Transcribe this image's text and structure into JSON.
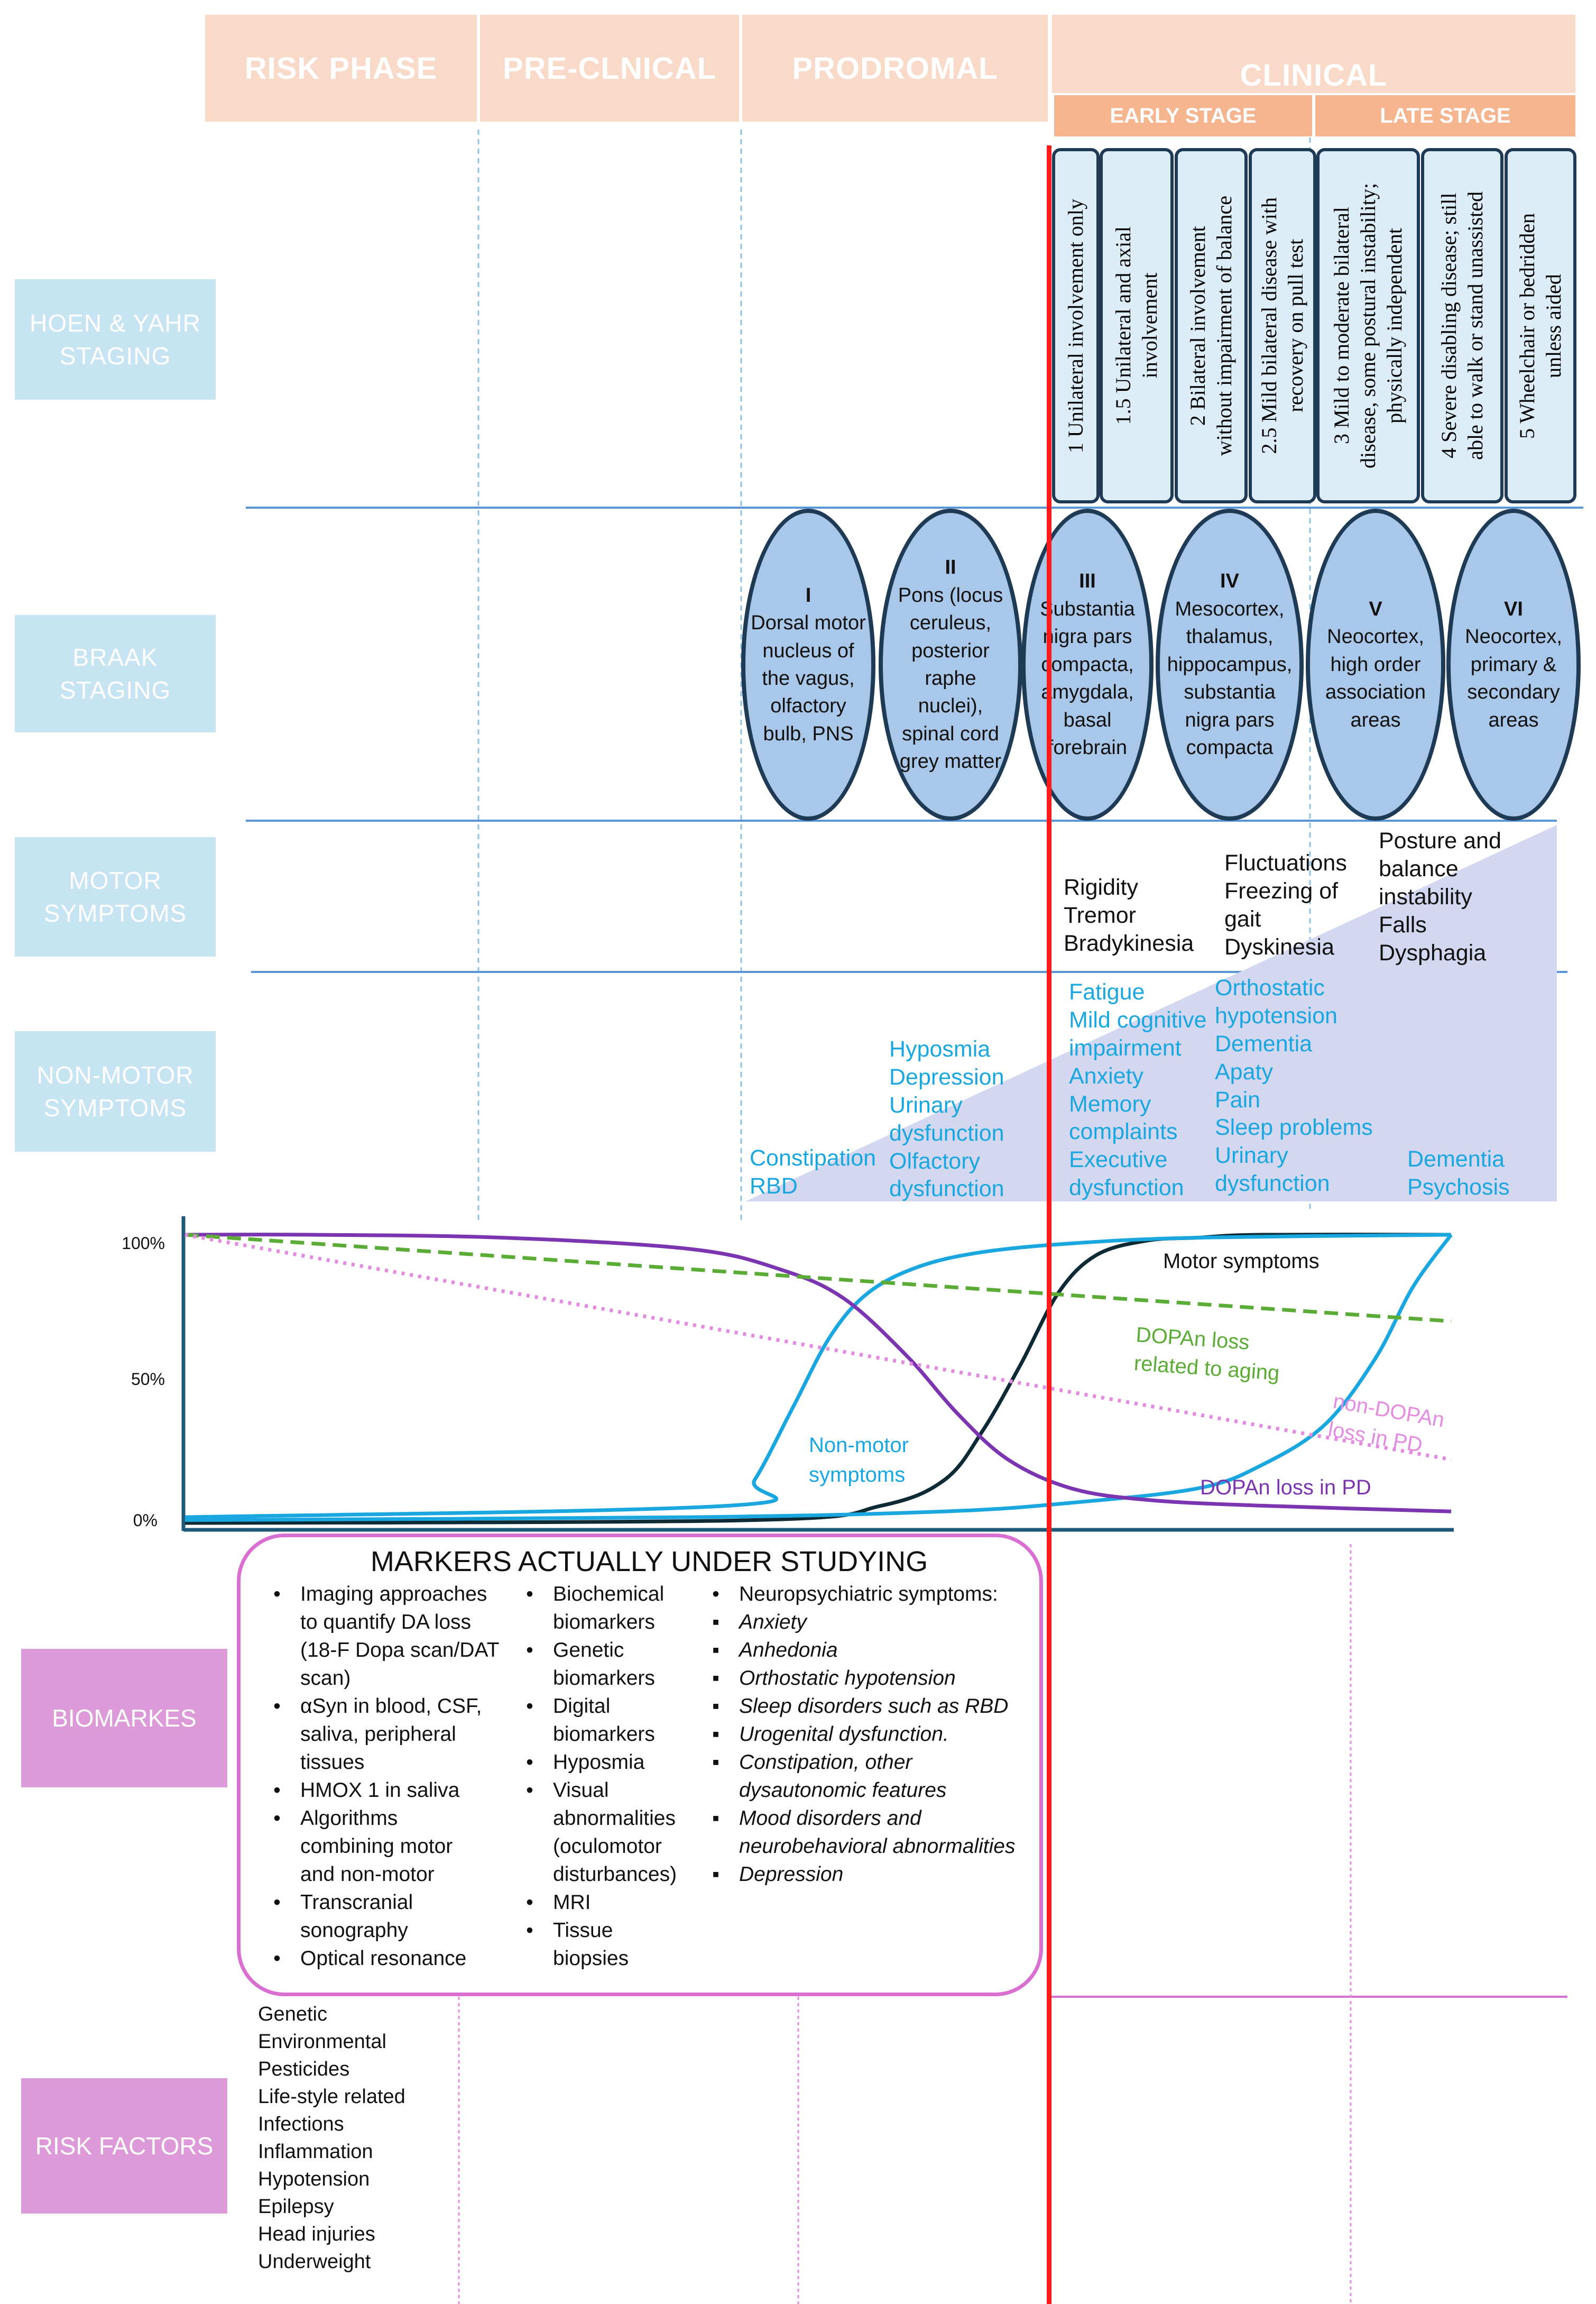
{
  "phases": {
    "risk": "RISK PHASE",
    "preclinical": "PRE-CLNICAL",
    "prodromal": "PRODROMAL",
    "clinical": "CLINICAL",
    "early": "EARLY STAGE",
    "late": "LATE STAGE"
  },
  "rows": {
    "hoehn_yahr": "HOEN & YAHR\nSTAGING",
    "braak": "BRAAK\nSTAGING",
    "motor": "MOTOR\nSYMPTOMS",
    "nonmotor": "NON-MOTOR\nSYMPTOMS",
    "biomarkers": "BIOMARKES",
    "risk_factors": "RISK FACTORS"
  },
  "hoehn_yahr_stages": [
    "1 Unilateral involvement only",
    "1.5 Unilateral and axial\ninvolvement",
    "2 Bilateral  involvement\nwithout impairment of balance",
    "2.5 Mild bilateral disease with\nrecovery on pull test",
    "3 Mild to moderate bilateral\ndisease, some postural instability;\nphysically independent",
    "4 Severe  disabling disease; still\nable to walk or stand unassisted",
    "5 Wheelchair or bedridden\nunless aided"
  ],
  "braak_stages": [
    {
      "num": "I",
      "text": "Dorsal motor\nnucleus of\nthe vagus,\nolfactory\nbulb, PNS"
    },
    {
      "num": "II",
      "text": "Pons (locus\nceruleus,\nposterior\nraphe\nnuclei),\nspinal cord\ngrey matter"
    },
    {
      "num": "III",
      "text": "Substantia\nnigra pars\ncompacta,\namygdala,\nbasal\nforebrain"
    },
    {
      "num": "IV",
      "text": "Mesocortex,\nthalamus,\nhippocampus,\nsubstantia\nnigra pars\ncompacta"
    },
    {
      "num": "V",
      "text": "Neocortex,\nhigh order\nassociation\nareas"
    },
    {
      "num": "VI",
      "text": "Neocortex,\nprimary &\nsecondary\nareas"
    }
  ],
  "motor_symptoms": [
    "Rigidity\nTremor\nBradykinesia",
    "Fluctuations\nFreezing of\ngait\nDyskinesia",
    "Posture and\nbalance\ninstability\nFalls\nDysphagia"
  ],
  "nonmotor_symptoms": [
    "Constipation\nRBD",
    "Hyposmia\nDepression\nUrinary\ndysfunction\nOlfactory\ndysfunction",
    "Fatigue\nMild cognitive\nimpairment\nAnxiety\nMemory\ncomplaints\nExecutive\ndysfunction",
    "Orthostatic\nhypotension\nDementia\nApaty\nPain\nSleep problems\nUrinary\ndysfunction",
    "Dementia\nPsychosis"
  ],
  "chart_data": {
    "type": "line",
    "xlabel": "",
    "ylabel": "",
    "yticks": [
      "100%",
      "50%",
      "0%"
    ],
    "ylim": [
      0,
      100
    ],
    "xlim": [
      0,
      100
    ],
    "series": [
      {
        "name": "Motor symptoms",
        "color": "#0d2a35",
        "style": "solid",
        "x": [
          0,
          45,
          55,
          60,
          63,
          66,
          69,
          72,
          76,
          80,
          85,
          100
        ],
        "y": [
          0,
          1,
          6,
          15,
          32,
          55,
          80,
          93,
          98,
          99,
          100,
          100
        ]
      },
      {
        "name": "Non-motor\nsymptoms",
        "color": "#1aa7e0",
        "style": "solid",
        "x": [
          0,
          43,
          45,
          48,
          51,
          54,
          58,
          63,
          70,
          80,
          100
        ],
        "y": [
          2,
          6,
          15,
          40,
          65,
          80,
          89,
          94,
          97,
          99,
          100
        ]
      },
      {
        "name": "",
        "color": "#1aa7e0",
        "style": "solid",
        "x": [
          0,
          40,
          60,
          70,
          80,
          85,
          90,
          94,
          97,
          100
        ],
        "y": [
          1,
          2,
          4,
          7,
          12,
          20,
          34,
          57,
          82,
          100
        ]
      },
      {
        "name": "DOPAn loss in PD",
        "color": "#7b35b0",
        "style": "solid",
        "x": [
          0,
          10,
          25,
          40,
          47,
          52,
          57,
          61,
          65,
          70,
          76,
          85,
          100
        ],
        "y": [
          100,
          100,
          99,
          95,
          88,
          78,
          58,
          38,
          22,
          12,
          8,
          6,
          4
        ]
      },
      {
        "name": "DOPAn loss\nrelated to aging",
        "color": "#5aac36",
        "style": "dashed",
        "x": [
          0,
          100
        ],
        "y": [
          100,
          70
        ]
      },
      {
        "name": "non-DOPAn\nloss in PD",
        "color": "#e38be0",
        "style": "dotted",
        "x": [
          0,
          100
        ],
        "y": [
          100,
          22
        ]
      }
    ]
  },
  "markers": {
    "title": "MARKERS ACTUALLY UNDER STUDYING",
    "col1": [
      "Imaging approaches\nto quantify DA loss\n(18-F Dopa scan/DAT\nscan)",
      "αSyn in blood, CSF,\nsaliva, peripheral\ntissues",
      "HMOX 1 in saliva",
      "Algorithms\ncombining motor\nand non-motor",
      "Transcranial\nsonography",
      "Optical resonance"
    ],
    "col2": [
      "Biochemical\nbiomarkers",
      "Genetic\nbiomarkers",
      "Digital\nbiomarkers",
      "Hyposmia",
      "Visual\nabnormalities\n(oculomotor\ndisturbances)",
      "MRI",
      "Tissue biopsies"
    ],
    "col3_head": "Neuropsychiatric symptoms:",
    "col3": [
      "Anxiety",
      "Anhedonia",
      "Orthostatic hypotension",
      "Sleep disorders such as RBD",
      "Urogenital dysfunction.",
      "Constipation, other\ndysautonomic features",
      "Mood disorders and\nneurobehavioral abnormalities",
      "Depression"
    ],
    "bullet": "•",
    "square": "▪"
  },
  "risk_factors": [
    "Genetic",
    "Environmental",
    "Pesticides",
    "Life-style related",
    "Infections",
    "Inflammation",
    "Hypotension",
    "Epilepsy",
    "Head injuries",
    "Underweight"
  ]
}
